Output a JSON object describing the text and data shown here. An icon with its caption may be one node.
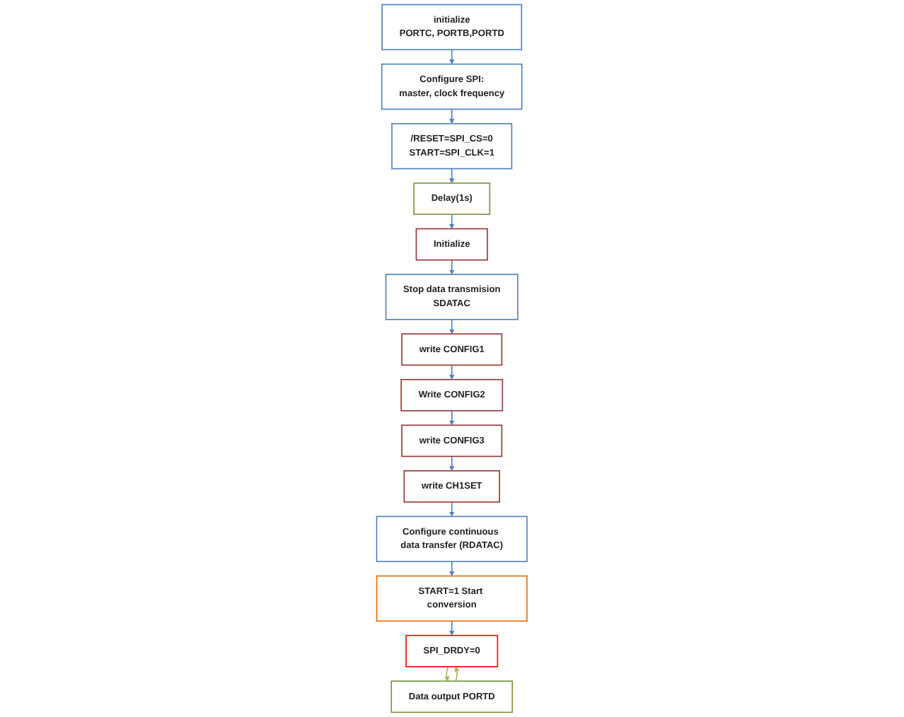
{
  "diagram": {
    "nodes": [
      {
        "text": [
          "initialize",
          "PORTC, PORTB,PORTD"
        ]
      },
      {
        "text": [
          "Configure SPI:",
          "master, clock frequency"
        ]
      },
      {
        "text": [
          "/RESET=SPI_CS=0",
          "START=SPI_CLK=1"
        ]
      },
      {
        "text": [
          "Delay(1s)"
        ]
      },
      {
        "text": [
          "Initialize"
        ]
      },
      {
        "text": [
          "Stop data transmision",
          "SDATAC"
        ]
      },
      {
        "text": [
          "write CONFIG1"
        ]
      },
      {
        "text": [
          "Write CONFIG2"
        ]
      },
      {
        "text": [
          "write CONFIG3"
        ]
      },
      {
        "text": [
          "write CH1SET"
        ]
      },
      {
        "text": [
          "Configure continuous data transfer (RDATAC)"
        ]
      },
      {
        "text": [
          "START=1 Start conversion"
        ]
      },
      {
        "text": [
          "SPI_DRDY=0"
        ]
      },
      {
        "text": [
          "Data output PORTD"
        ]
      }
    ],
    "edges": [
      {
        "from": 0,
        "to": 1,
        "arrow": "to"
      },
      {
        "from": 1,
        "to": 2,
        "arrow": "to"
      },
      {
        "from": 2,
        "to": 3,
        "arrow": "to"
      },
      {
        "from": 3,
        "to": 4,
        "arrow": "to"
      },
      {
        "from": 4,
        "to": 5,
        "arrow": "to"
      },
      {
        "from": 5,
        "to": 6,
        "arrow": "to"
      },
      {
        "from": 6,
        "to": 7,
        "arrow": "to"
      },
      {
        "from": 7,
        "to": 8,
        "arrow": "to"
      },
      {
        "from": 8,
        "to": 9,
        "arrow": "to"
      },
      {
        "from": 9,
        "to": 10,
        "arrow": "to"
      },
      {
        "from": 10,
        "to": 11,
        "arrow": "to"
      },
      {
        "from": 11,
        "to": 12,
        "arrow": "to"
      },
      {
        "from": 12,
        "to": 13,
        "arrow": "to",
        "color": "#9bbb59"
      },
      {
        "from": 13,
        "to": 12,
        "arrow": "to",
        "color": "#9bbb59"
      }
    ]
  }
}
